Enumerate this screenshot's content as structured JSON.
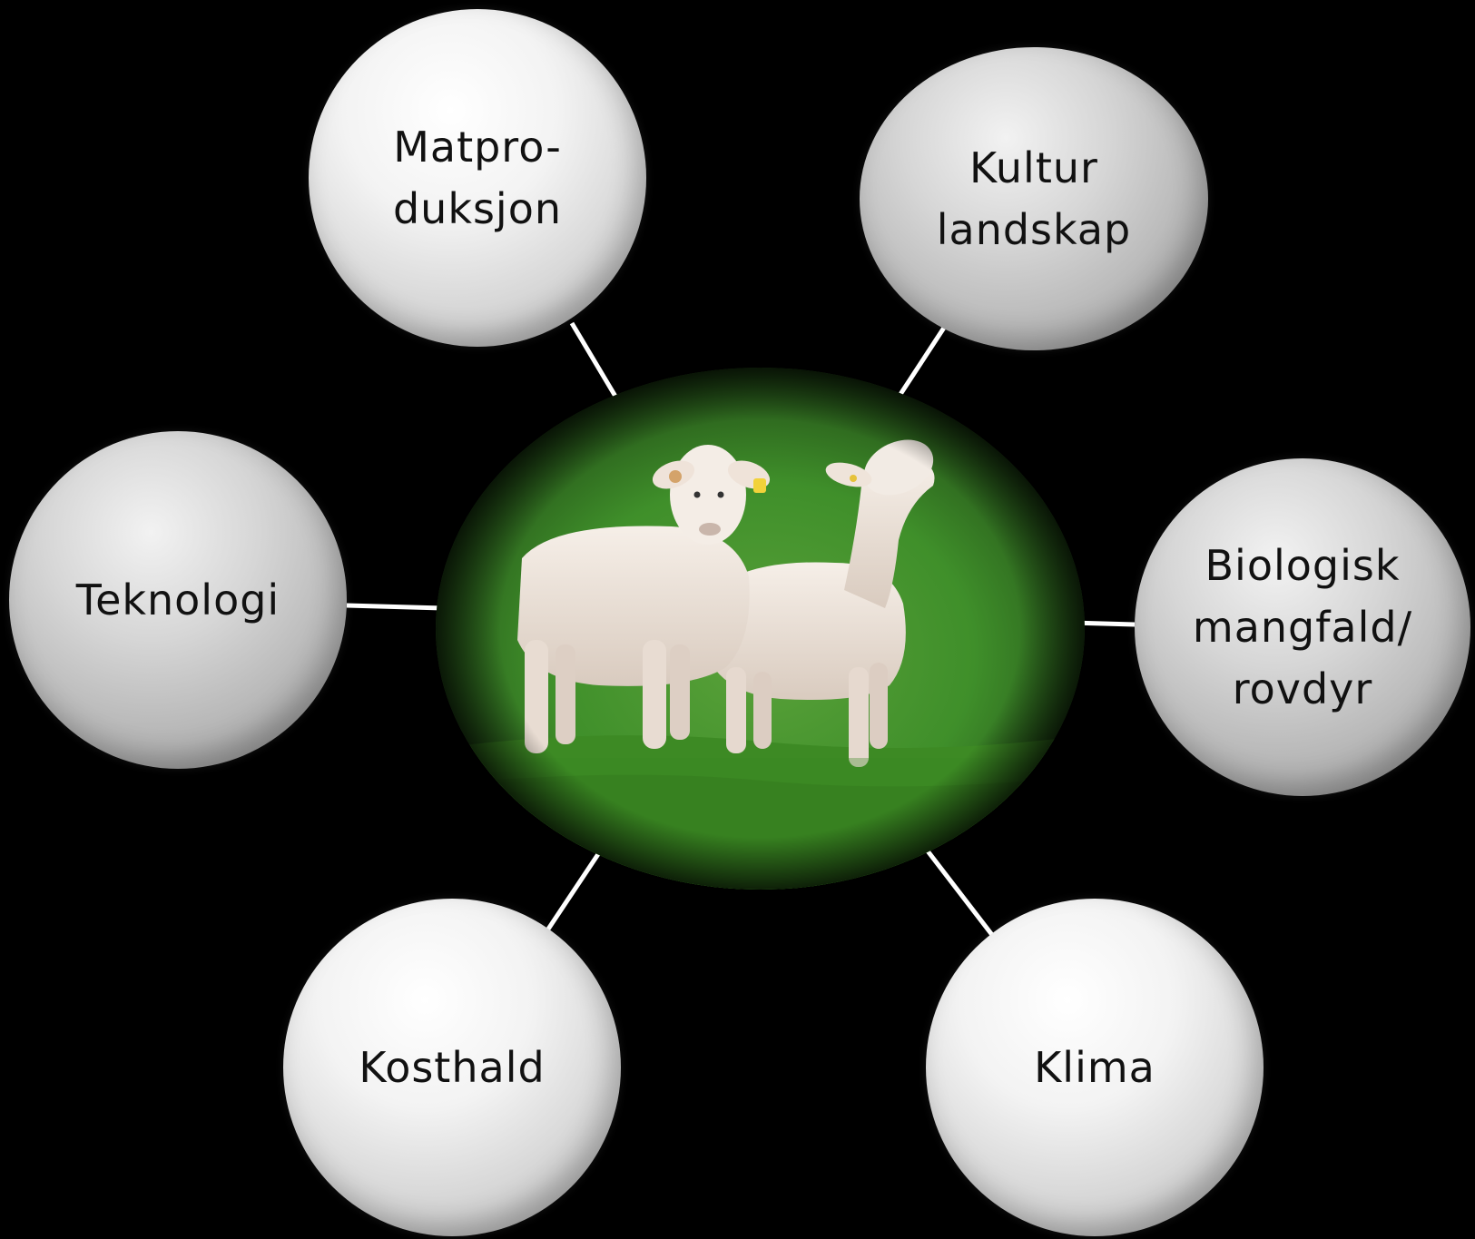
{
  "diagram": {
    "center": {
      "image_icon": "two-lambs-on-grass-photo"
    },
    "nodes": [
      {
        "id": "matproduksjon",
        "label": "Matpro-\nduksjon",
        "shade": "light"
      },
      {
        "id": "kulturlandskap",
        "label": "Kultur\nlandskap",
        "shade": "dark"
      },
      {
        "id": "teknologi",
        "label": "Teknologi",
        "shade": "dark"
      },
      {
        "id": "biologisk-mangfald",
        "label": "Biologisk\nmangfald/\nrovdyr",
        "shade": "dark"
      },
      {
        "id": "kosthald",
        "label": "Kosthald",
        "shade": "light"
      },
      {
        "id": "klima",
        "label": "Klima",
        "shade": "light"
      }
    ],
    "colors": {
      "background": "#000000",
      "connector": "#ffffff",
      "text": "#111111",
      "grass": "#3f8f2a",
      "lamb": "#efe6de"
    }
  }
}
